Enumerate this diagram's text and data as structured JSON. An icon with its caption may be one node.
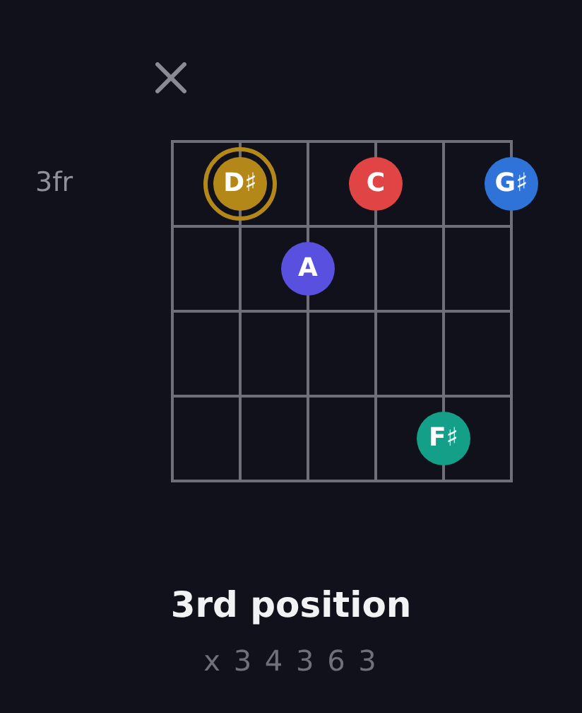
{
  "diagram": {
    "title": "3rd position",
    "nodes": [
      {
        "text": [
          "D♯"
        ]
      },
      {
        "text": [
          "C"
        ]
      },
      {
        "text": [
          "G♯"
        ]
      },
      {
        "text": [
          "A"
        ]
      },
      {
        "text": [
          "F♯"
        ]
      }
    ],
    "labels": [
      "3fr",
      "x 3 4 3 6 3"
    ]
  }
}
